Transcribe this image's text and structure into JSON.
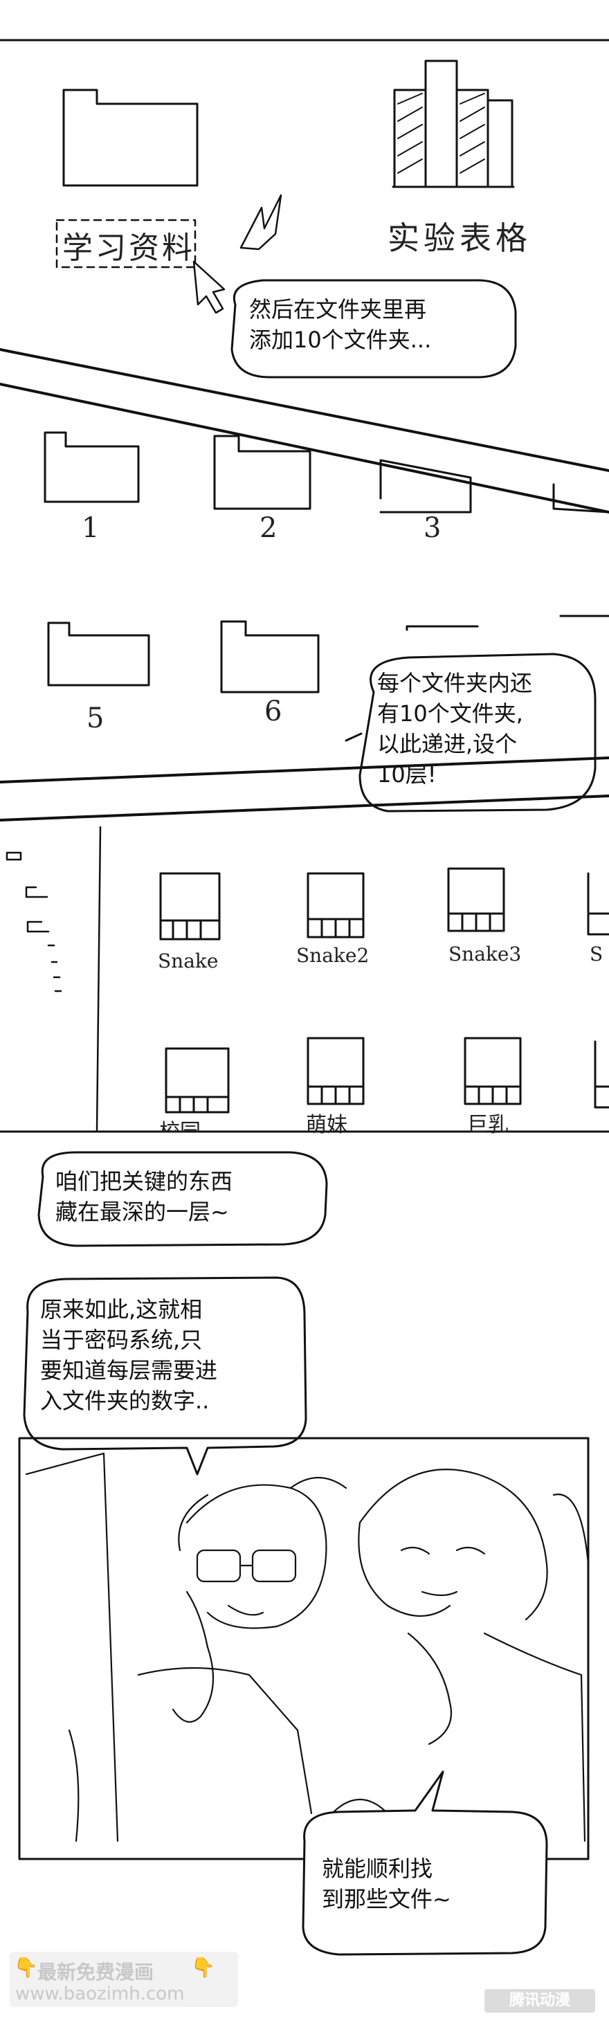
{
  "panel1": {
    "folder_left_label": "学习资料",
    "folder_right_label": "实验表格",
    "bubble": "然后在文件夹里再\n添加10个文件夹..."
  },
  "panel2": {
    "folder_labels_row1": [
      "1",
      "2",
      "3"
    ],
    "folder_labels_row2": [
      "5",
      "6"
    ],
    "bubble": "每个文件夹内还\n有10个文件夹,\n以此递进,设个\n10层!"
  },
  "panel3": {
    "icon_labels_row1": [
      "Snake",
      "Snake2",
      "Snake3",
      "S"
    ],
    "icon_labels_row2": [
      "校园",
      "萌妹",
      "巨乳"
    ]
  },
  "panel4": {
    "bubble_top": "咱们把关键的东西\n藏在最深的一层~",
    "bubble_middle": "原来如此,这就相\n当于密码系统,只\n要知道每层需要进\n入文件夹的数字..",
    "bubble_bottom": "就能顺利找\n到那些文件~"
  },
  "watermark": {
    "title": "最新免费漫画",
    "url": "www.baozimh.com",
    "logo": "腾讯动漫"
  }
}
